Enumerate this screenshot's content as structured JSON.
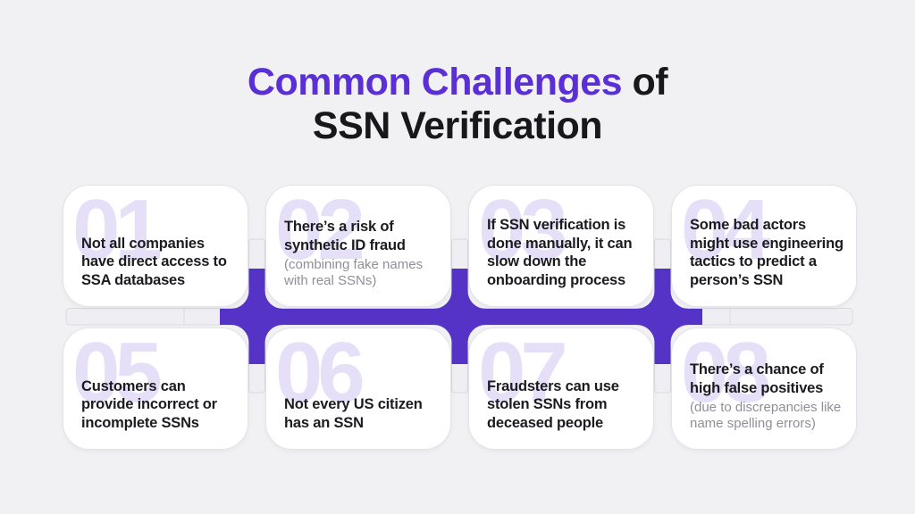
{
  "title": {
    "accent": "Common Challenges",
    "rest": "of",
    "line2": "SSN Verification"
  },
  "colors": {
    "background": "#f1f1f4",
    "title_accent": "#5b2fd6",
    "title_dark": "#18181c",
    "connector": "#5533c6",
    "card_number": "#e5e0f8",
    "card_text": "#1b1b20",
    "card_subtext": "#8f8f98",
    "track_fill": "#efeff3",
    "track_border": "#d8dae2"
  },
  "cards": [
    {
      "number": "01",
      "text": "Not all companies have direct access to SSA databases",
      "subtext": ""
    },
    {
      "number": "02",
      "text": "There’s a risk of synthetic ID fraud",
      "subtext": "(combining fake names with real SSNs)"
    },
    {
      "number": "03",
      "text": "If SSN verification is done manually, it can slow down the onboarding process",
      "subtext": ""
    },
    {
      "number": "04",
      "text": "Some bad actors might use engineering tactics to predict a person’s SSN",
      "subtext": ""
    },
    {
      "number": "05",
      "text": "Customers can provide incorrect or incomplete SSNs",
      "subtext": ""
    },
    {
      "number": "06",
      "text": "Not every US citizen has an SSN",
      "subtext": ""
    },
    {
      "number": "07",
      "text": "Fraudsters can use stolen SSNs from deceased people",
      "subtext": ""
    },
    {
      "number": "08",
      "text": "There’s a chance of high false positives",
      "subtext": "(due to discrepancies like name spelling errors)"
    }
  ]
}
